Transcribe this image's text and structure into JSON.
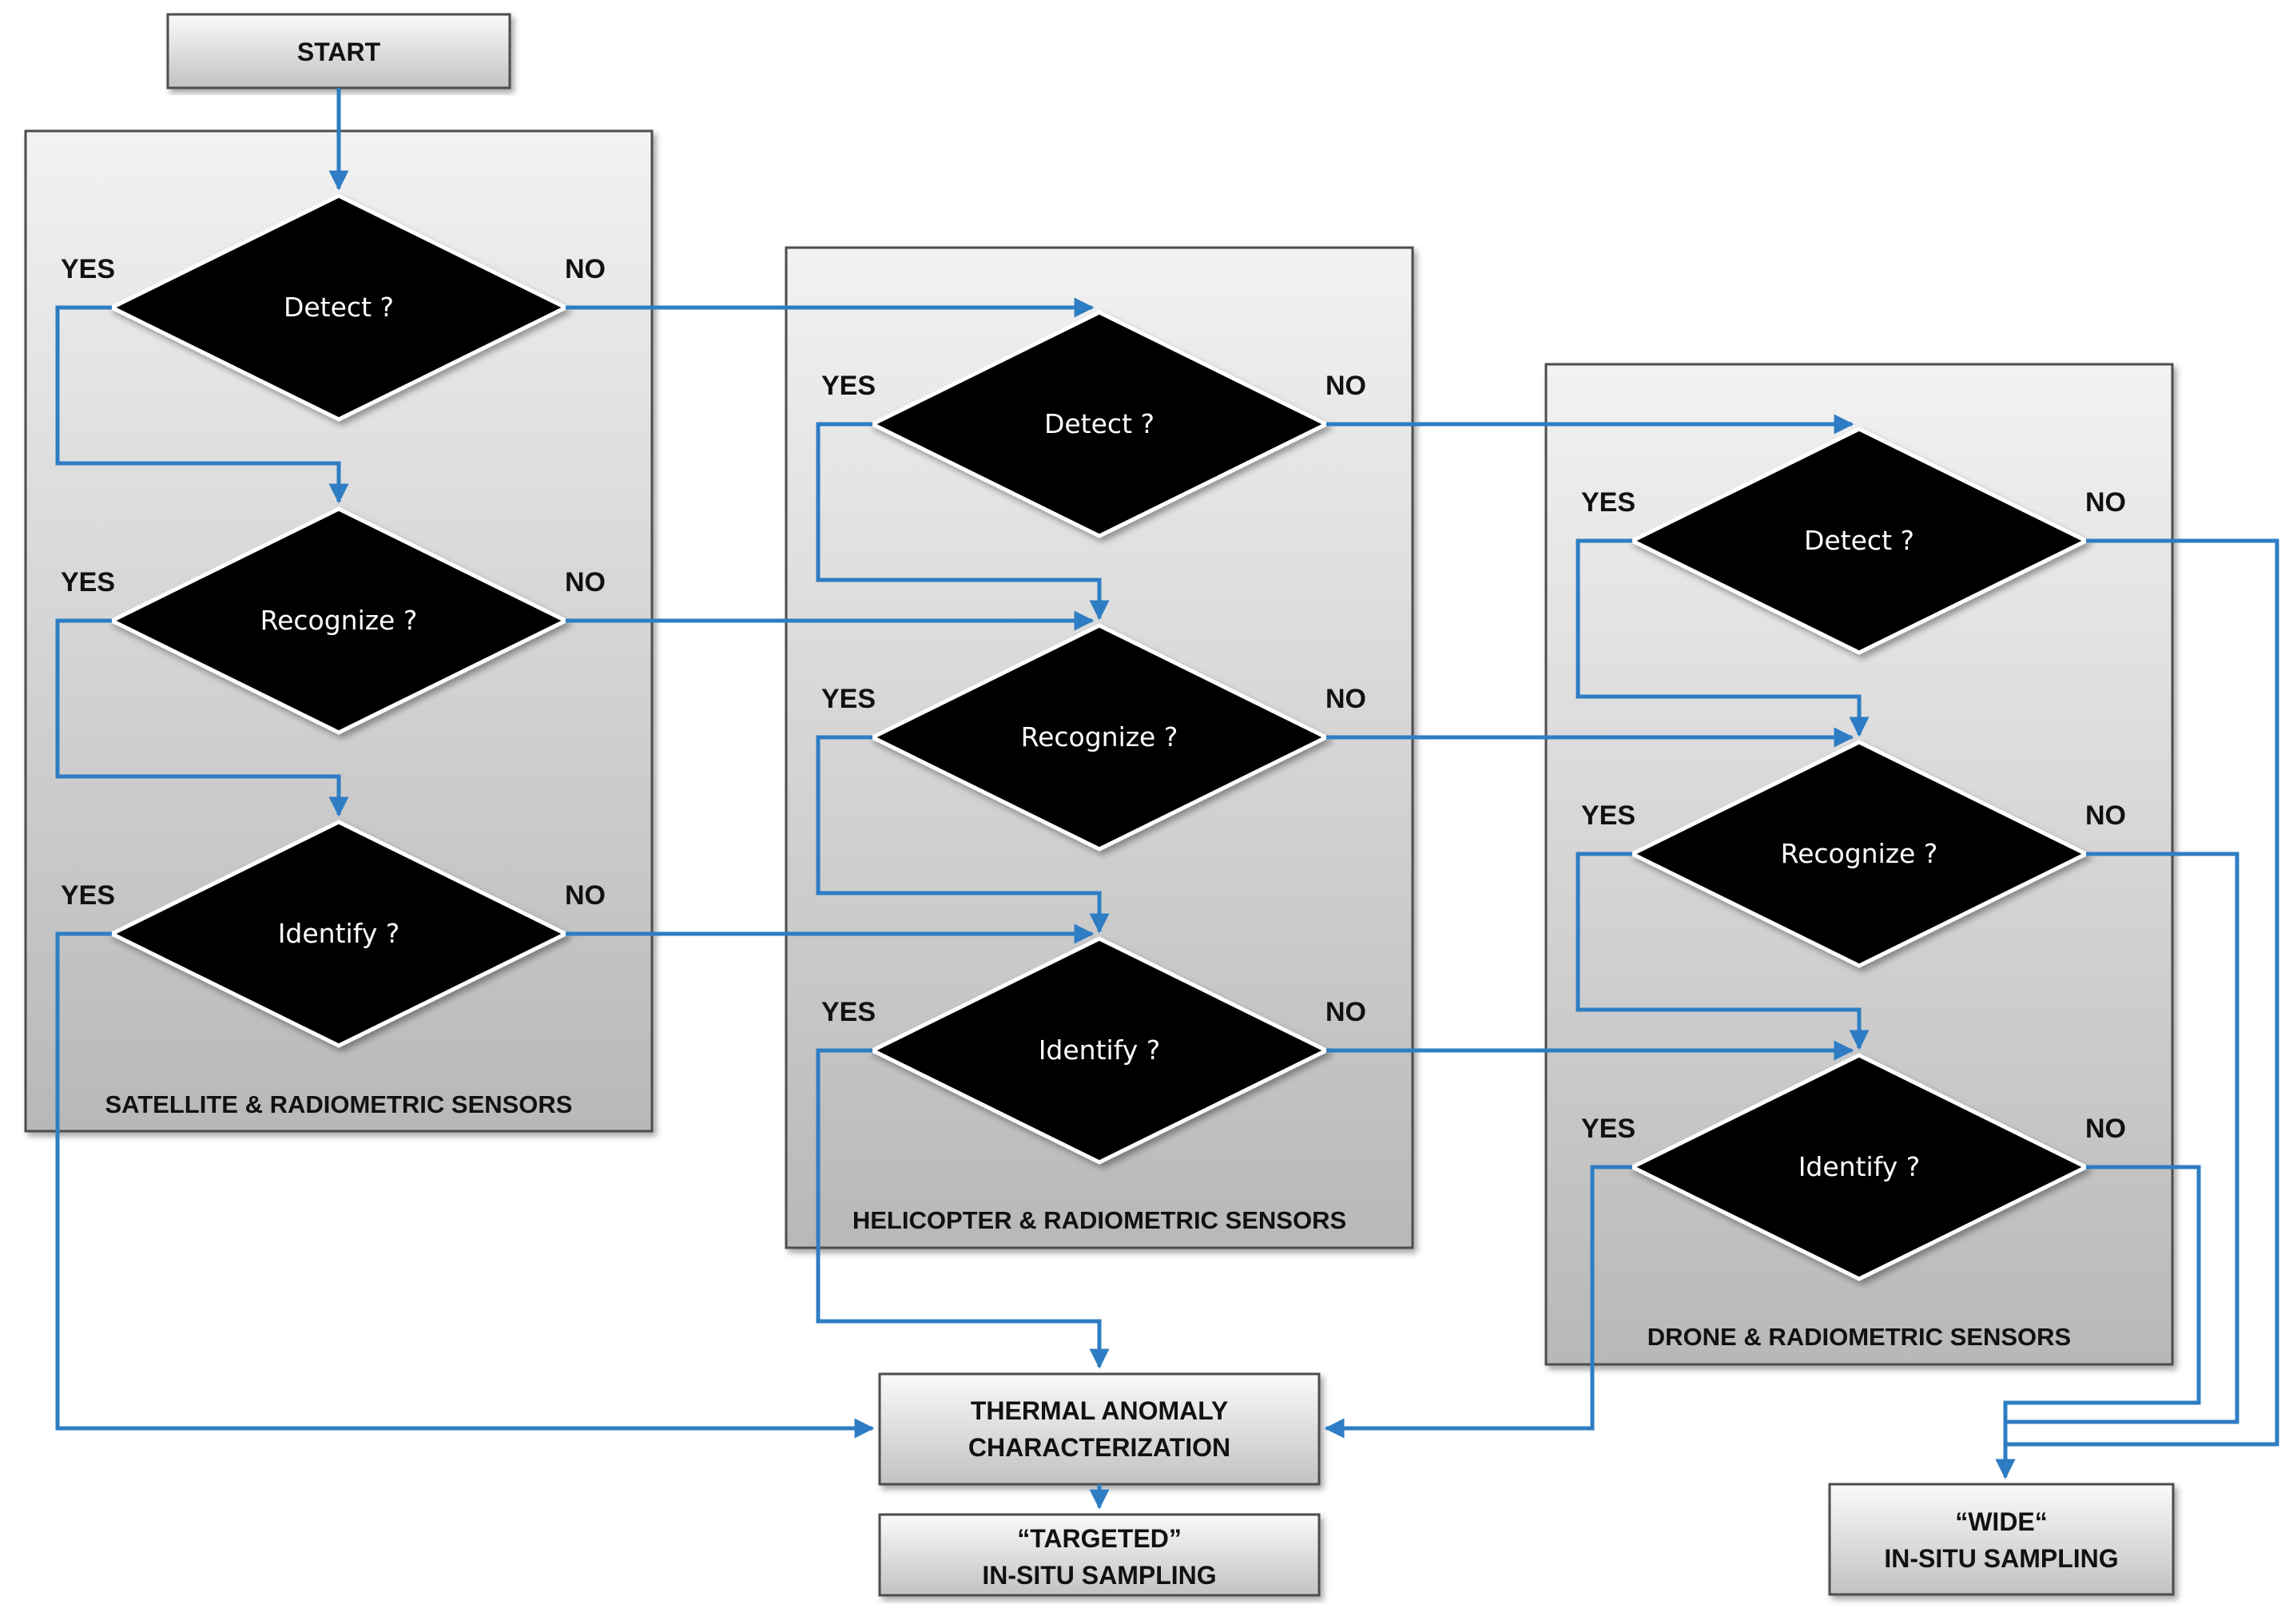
{
  "colors": {
    "arrow": "#2E7DC4",
    "diamond_fill": "#000000",
    "panel_top": "#F2F2F2",
    "panel_bottom": "#B8B8B8",
    "border": "#4D4D4D"
  },
  "start": {
    "label": "START"
  },
  "panels": [
    {
      "label": "SATELLITE & RADIOMETRIC SENSORS",
      "decisions": [
        {
          "label": "Detect ?",
          "yes": "YES",
          "no": "NO"
        },
        {
          "label": "Recognize ?",
          "yes": "YES",
          "no": "NO"
        },
        {
          "label": "Identify ?",
          "yes": "YES",
          "no": "NO"
        }
      ]
    },
    {
      "label": "HELICOPTER & RADIOMETRIC SENSORS",
      "decisions": [
        {
          "label": "Detect ?",
          "yes": "YES",
          "no": "NO"
        },
        {
          "label": "Recognize ?",
          "yes": "YES",
          "no": "NO"
        },
        {
          "label": "Identify ?",
          "yes": "YES",
          "no": "NO"
        }
      ]
    },
    {
      "label": "DRONE & RADIOMETRIC SENSORS",
      "decisions": [
        {
          "label": "Detect ?",
          "yes": "YES",
          "no": "NO"
        },
        {
          "label": "Recognize ?",
          "yes": "YES",
          "no": "NO"
        },
        {
          "label": "Identify ?",
          "yes": "YES",
          "no": "NO"
        }
      ]
    }
  ],
  "characterization": {
    "line1": "THERMAL ANOMALY",
    "line2": "CHARACTERIZATION"
  },
  "targeted": {
    "line1": "“TARGETED”",
    "line2": "IN-SITU SAMPLING"
  },
  "wide": {
    "line1": "“WIDE“",
    "line2": "IN-SITU SAMPLING"
  }
}
